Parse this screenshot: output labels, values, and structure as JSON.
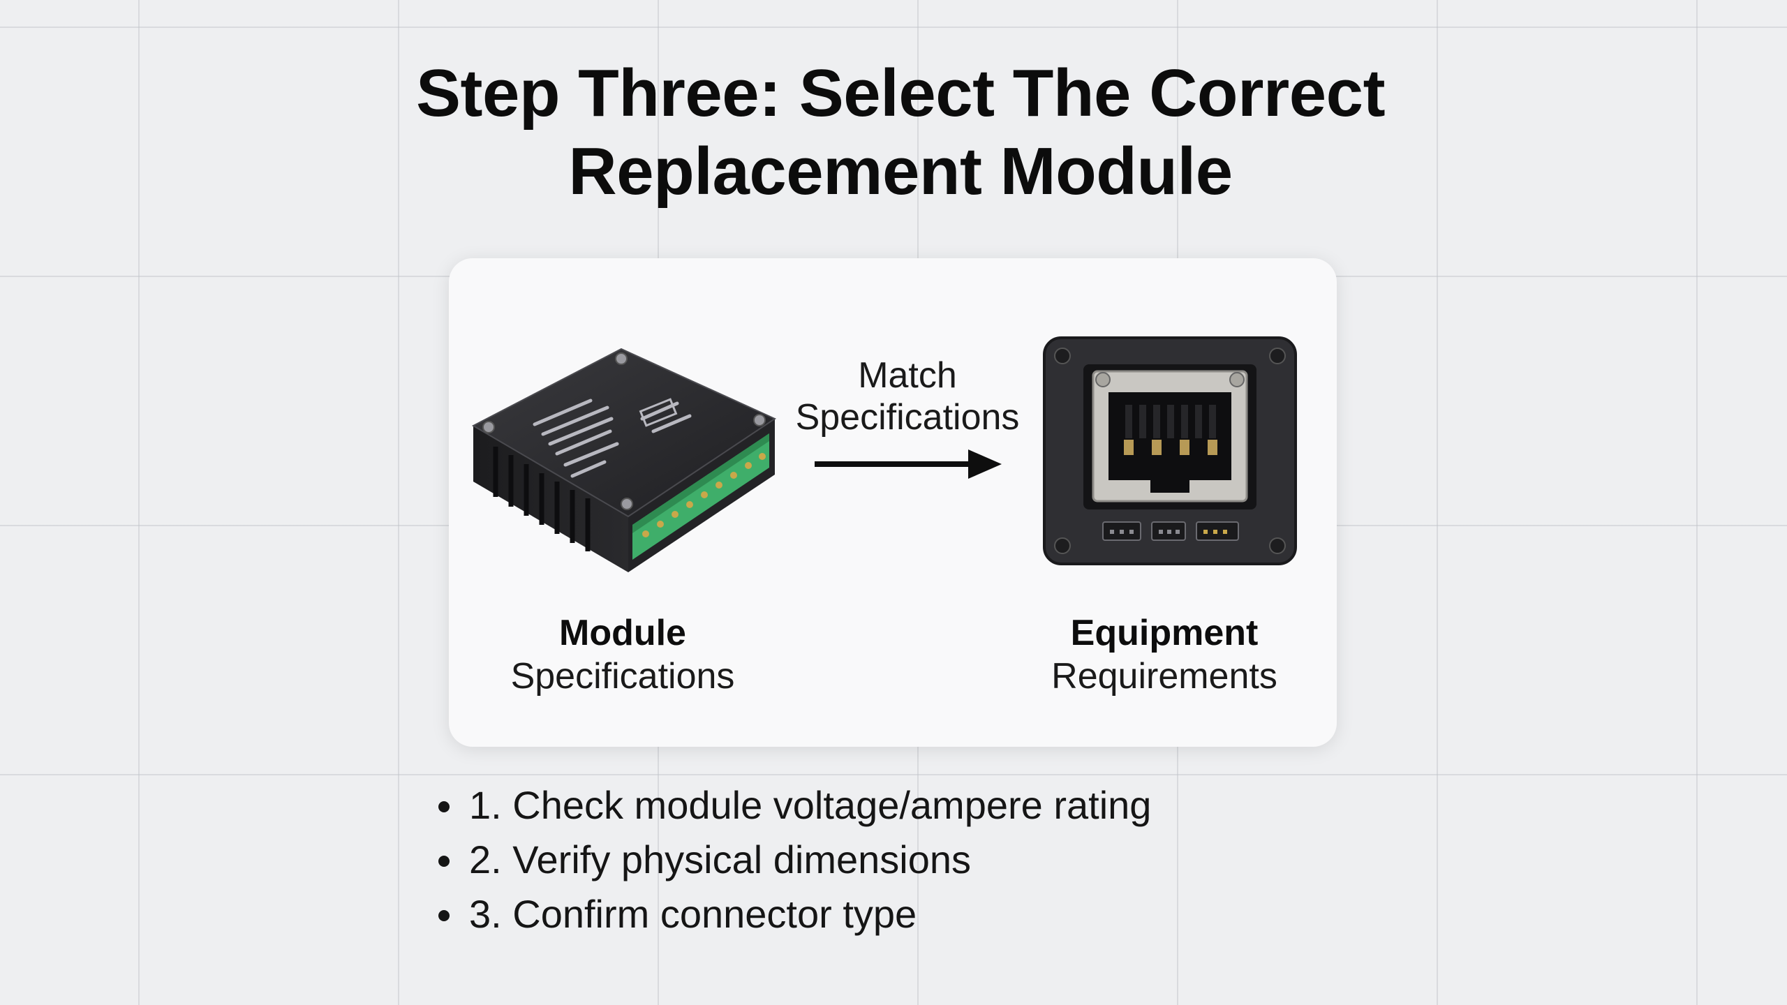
{
  "title": {
    "line1": "Step Three: Select The Correct",
    "line2": "Replacement Module"
  },
  "diagram": {
    "match_line1": "Match",
    "match_line2": "Specifications",
    "left_caption": {
      "bold": "Module",
      "regular": "Specifications"
    },
    "right_caption": {
      "bold": "Equipment",
      "regular": "Requirements"
    },
    "left_image_icon": "power-module-icon",
    "right_image_icon": "ethernet-port-icon",
    "arrow_icon": "arrow-right-icon"
  },
  "checklist": [
    "1. Check module voltage/ampere rating",
    "2. Verify physical dimensions",
    "3. Confirm connector type"
  ],
  "colors": {
    "background": "#eeeff1",
    "card": "#f9f9fa",
    "module_body": "#2b2b2e",
    "terminal_green": "#3fae6a",
    "text": "#111111"
  }
}
